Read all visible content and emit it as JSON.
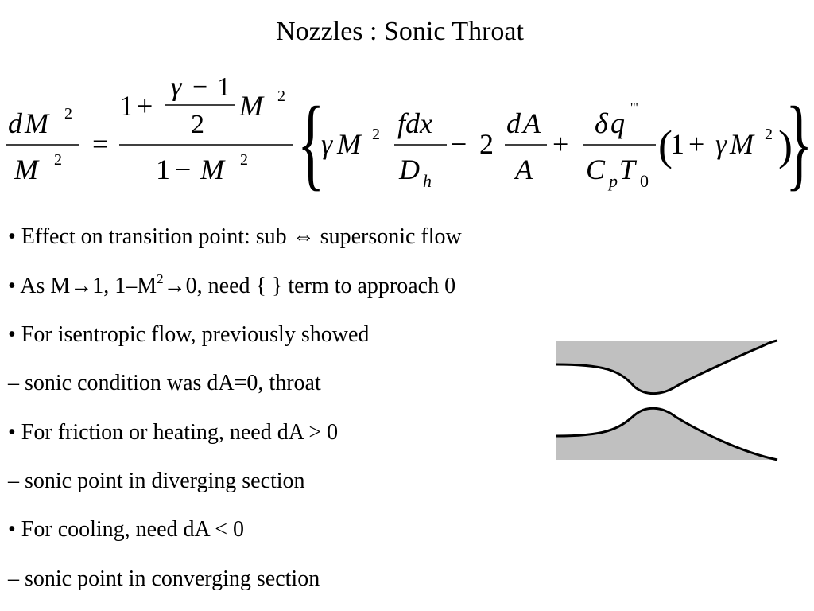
{
  "slide": {
    "title": "Nozzles : Sonic Throat"
  },
  "equation": {
    "lhs_num_d": "d",
    "lhs_num_M": "M",
    "lhs_num_exp": "2",
    "lhs_den_M": "M",
    "lhs_den_exp": "2",
    "equals": "=",
    "rhs_num_one": "1",
    "rhs_num_plus": "+",
    "rhs_num_gamma": "γ",
    "rhs_num_minus": "−",
    "rhs_num_one2": "1",
    "rhs_num_two": "2",
    "rhs_num_M": "M",
    "rhs_num_exp": "2",
    "rhs_den_one": "1",
    "rhs_den_minus": "−",
    "rhs_den_M": "M",
    "rhs_den_exp": "2",
    "brace_open": "{",
    "brace_close": "}",
    "t1_gamma": "γ",
    "t1_M": "M",
    "t1_exp": "2",
    "t1_fdx": "fdx",
    "t1_D": "D",
    "t1_h": "h",
    "t2_minus": "−",
    "t2_two": "2",
    "t2_dA_d": "d",
    "t2_dA_A": "A",
    "t2_A": "A",
    "t3_plus": "+",
    "t3_delta": "δ",
    "t3_q": "q",
    "t3_primes": "'''",
    "t3_C": "C",
    "t3_p": "p",
    "t3_T": "T",
    "t3_zero": "0",
    "paren_open": "(",
    "t4_one": "1",
    "t4_plus": "+",
    "t4_gamma": "γ",
    "t4_M": "M",
    "t4_exp": "2",
    "paren_close": ")"
  },
  "bullets": [
    {
      "text": "• Effect on transition point: sub ⇔ supersonic flow"
    },
    {
      "pre": "• As M→1, 1–M",
      "sup": "2",
      "post": "→0, need { } term to approach 0"
    },
    {
      "text": "• For isentropic flow, previously showed"
    },
    {
      "text": "– sonic condition was dA=0, throat"
    },
    {
      "text": "• For friction or heating, need dA > 0"
    },
    {
      "text": "– sonic point in diverging section"
    },
    {
      "text": "• For cooling, need dA < 0"
    },
    {
      "text": "– sonic point in converging section"
    }
  ],
  "colors": {
    "nozzle_fill": "#c0c0c0",
    "nozzle_wall": "#000000"
  }
}
